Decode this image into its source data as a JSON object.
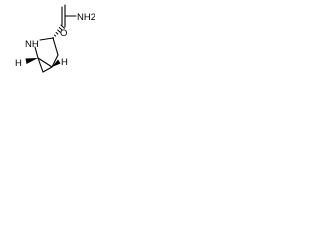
{
  "molecule": {
    "atoms": {
      "amide_nh2": "NH2",
      "amide_oxygen": "O",
      "ring_nh": "NH",
      "bridgehead_h_left": "H",
      "bridgehead_h_right": "H"
    }
  }
}
